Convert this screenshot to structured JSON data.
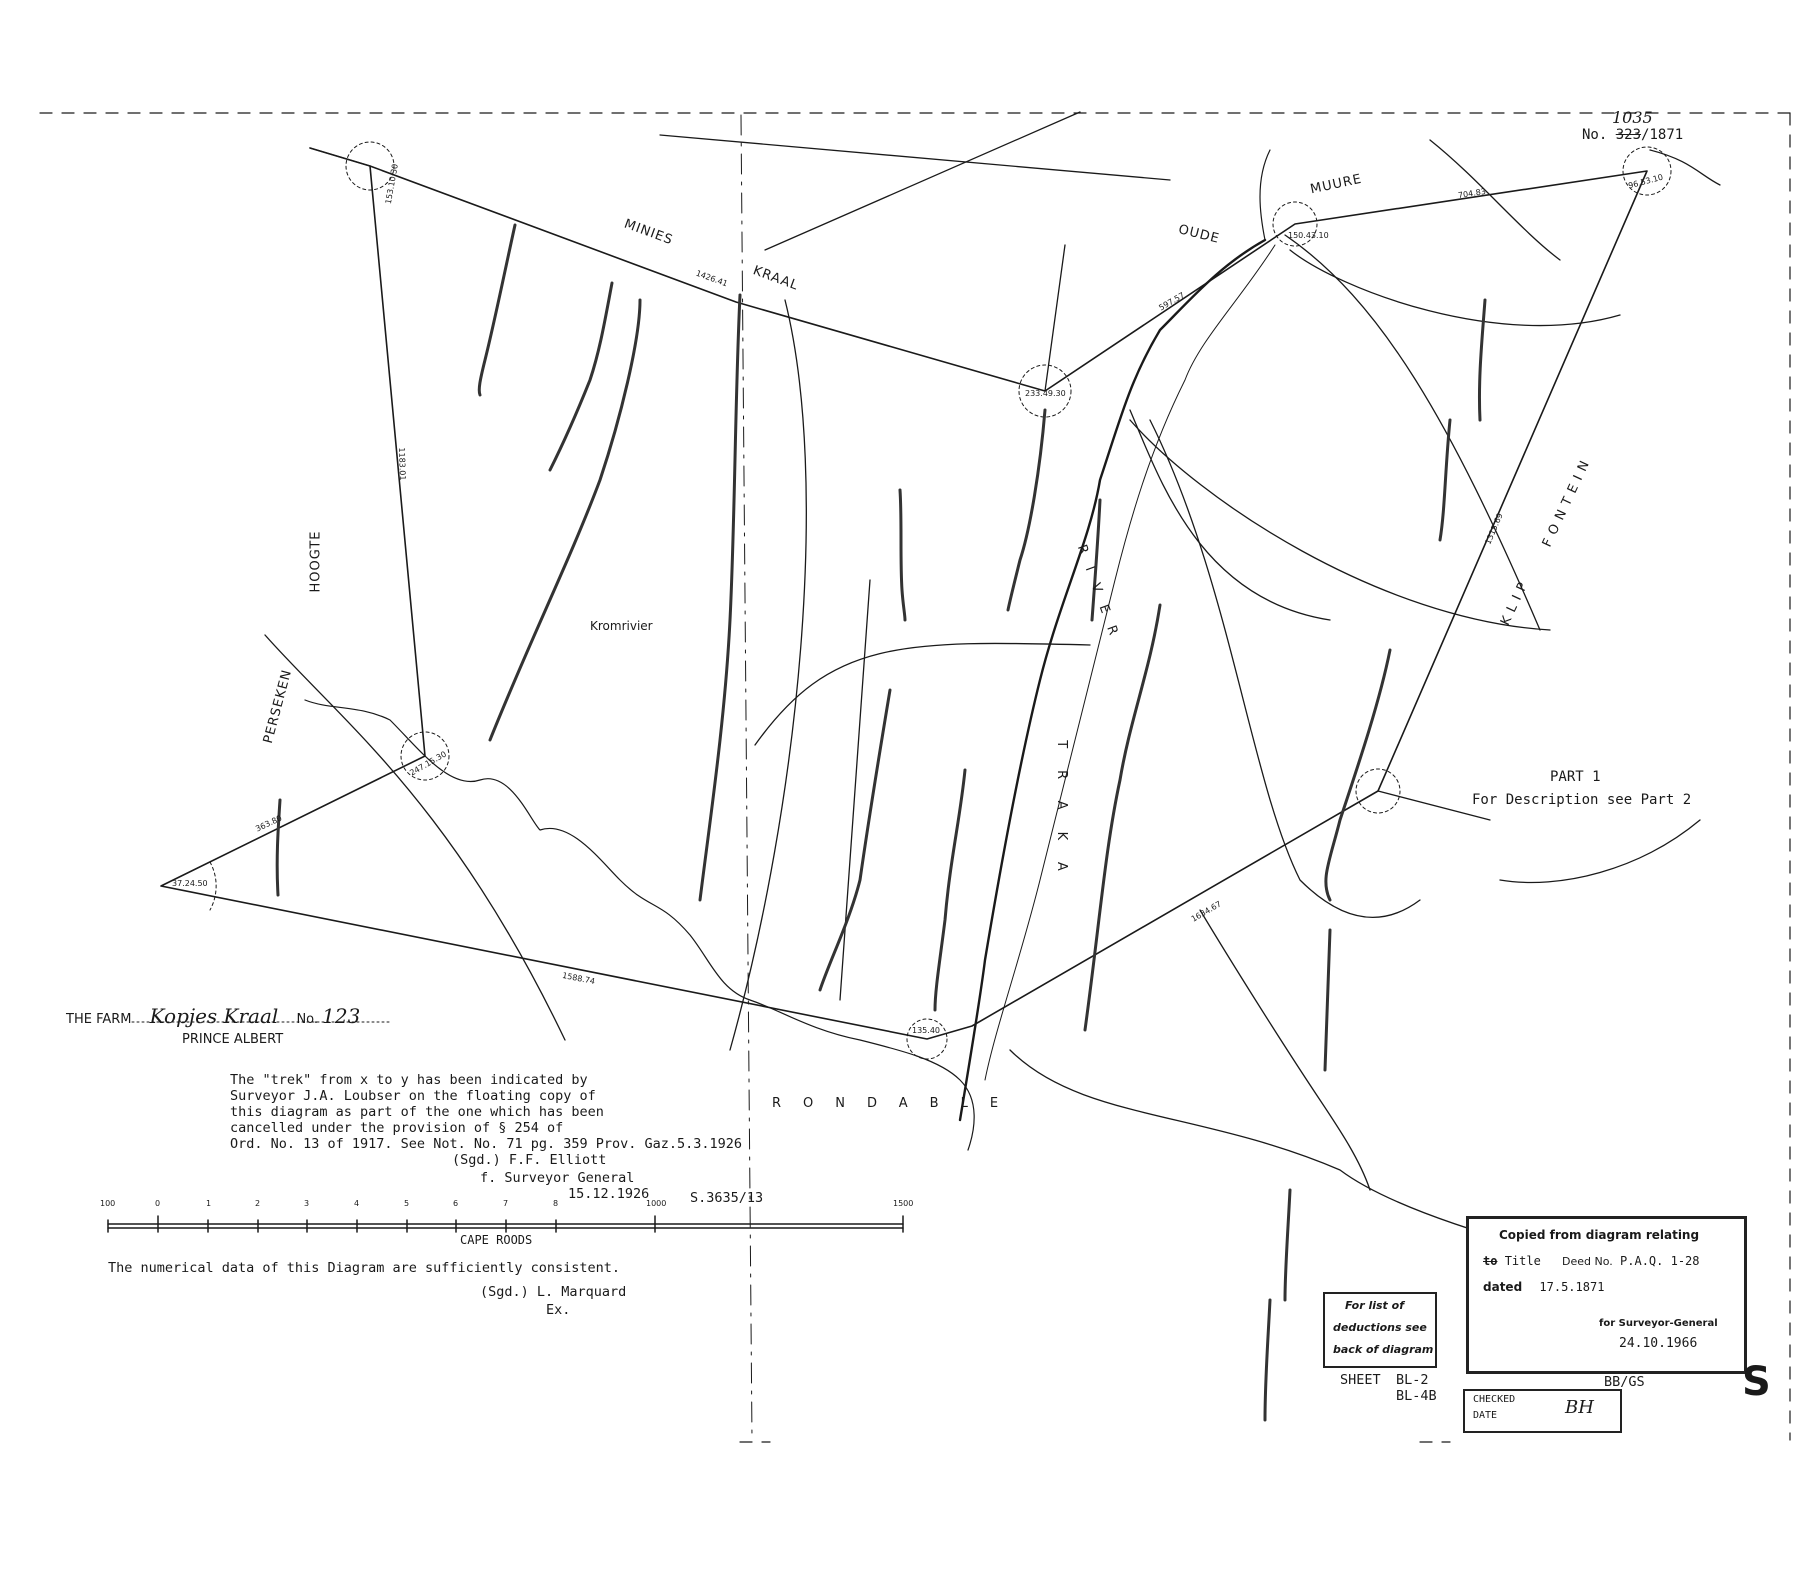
{
  "diagram": {
    "number_prefix": "No.",
    "number_struck": "323",
    "number_suffix": "/1871",
    "number_handwritten": "1035",
    "part": "PART  1",
    "description_ref": "For Description see Part 2",
    "sheet_label": "SHEET",
    "sheet_1": "BL-2",
    "sheet_2": "BL-4B",
    "bb_gs": "BB/GS",
    "letter": "S"
  },
  "farm": {
    "prefix": "THE FARM",
    "name": "Kopjes Kraal",
    "no_label": "No.",
    "number": "123",
    "division": "PRINCE ALBERT"
  },
  "place_names": {
    "minies": "MINIES",
    "kraal": "KRAAL",
    "oude": "OUDE",
    "muure": "MUURE",
    "hoogte": "HOOGTE",
    "perseken": "PERSEKEN",
    "kromrivier": "Kromrivier",
    "traka": "TRAKA",
    "river": "RIVER",
    "klip": "KLIP",
    "fontein": "FONTEIN",
    "rondable": "RONDABLE"
  },
  "side_lengths": {
    "a": "1426.41",
    "b": "597.57",
    "c": "704.83",
    "d": "1315.69",
    "e": "1634.67",
    "f": "1588.74",
    "g": "1183.01",
    "h": "363.80"
  },
  "angles": {
    "a": "153.10.30",
    "b": "233.49.30",
    "c": "150.43.10",
    "d": "96.53.10",
    "e": "247.15.30",
    "f": "37.24.50",
    "g": "135.40"
  },
  "note": {
    "lines": [
      "The \"trek\" from x to y has been indicated by",
      "Surveyor J.A. Loubser on the floating copy of",
      "this diagram as part of the one which has been",
      "cancelled under the provision of § 254 of",
      "Ord. No. 13 of 1917.  See Not. No. 71 pg. 359 Prov. Gaz.5.3.1926"
    ],
    "signed": "(Sgd.) F.F. Elliott",
    "signed_title": "f. Surveyor General",
    "date": "15.12.1926",
    "ref": "S.3635/13"
  },
  "scale": {
    "labels": [
      "100",
      "0",
      "1",
      "2",
      "3",
      "4",
      "5",
      "6",
      "7",
      "8",
      "1000",
      "1500"
    ],
    "unit": "CAPE  ROODS"
  },
  "consistency": {
    "line": "The numerical data of this Diagram are sufficiently consistent.",
    "signed": "(Sgd.) L. Marquard",
    "title": "Ex."
  },
  "stamp_deductions": {
    "line1": "For list of",
    "line2": "deductions see",
    "line3": "back of diagram"
  },
  "stamp_copied": {
    "header": "Copied  from  diagram  relating",
    "to_label": "to",
    "title_text": "Title",
    "deed_label": "Deed No.",
    "deed_no": "P.A.Q. 1-28",
    "dated_label": "dated",
    "dated": "17.5.1871",
    "signed_for": "for Surveyor-General",
    "date": "24.10.1966"
  },
  "stamp_checked": {
    "label": "CHECKED",
    "date_label": "DATE",
    "initials": "BH"
  },
  "colors": {
    "ink": "#1a1a1a",
    "paper": "#ffffff"
  }
}
